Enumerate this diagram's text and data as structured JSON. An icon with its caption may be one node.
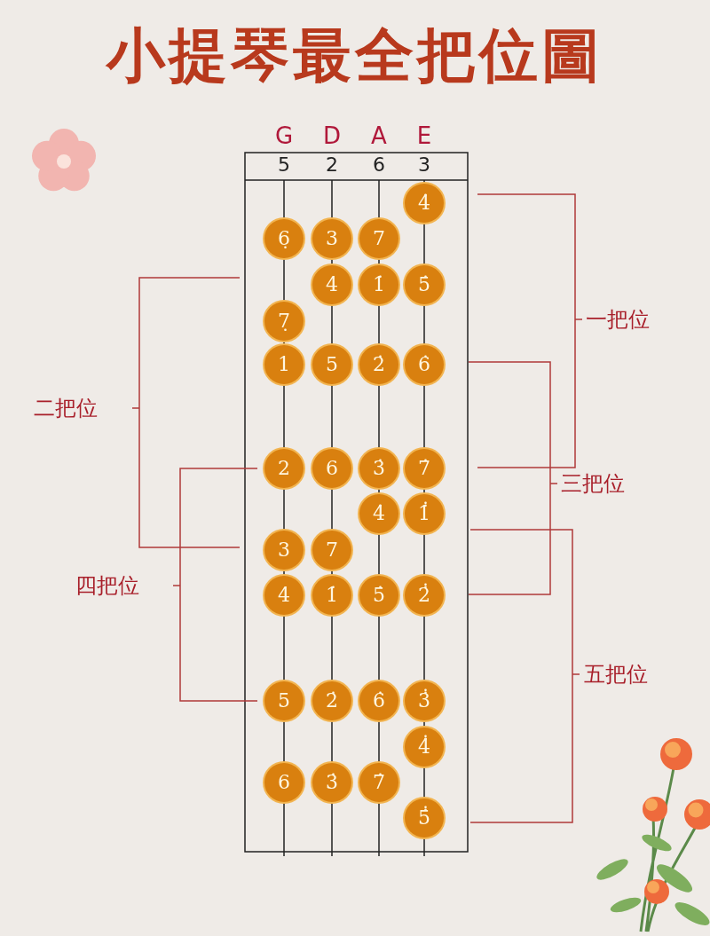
{
  "diagram": {
    "title": "小提琴最全把位圖",
    "nodes": [
      {
        "text": [
          "4̇"
        ]
      },
      {
        "text": [
          "6̣"
        ]
      },
      {
        "text": [
          "3"
        ]
      },
      {
        "text": [
          "7"
        ]
      },
      {
        "text": [
          "4"
        ]
      },
      {
        "text": [
          "1̇"
        ]
      },
      {
        "text": [
          "5̇"
        ]
      },
      {
        "text": [
          "7̣"
        ]
      },
      {
        "text": [
          "1"
        ]
      },
      {
        "text": [
          "5"
        ]
      },
      {
        "text": [
          "2̇"
        ]
      },
      {
        "text": [
          "6̇"
        ]
      },
      {
        "text": [
          "2"
        ]
      },
      {
        "text": [
          "6"
        ]
      },
      {
        "text": [
          "3̇"
        ]
      },
      {
        "text": [
          "7̇"
        ]
      },
      {
        "text": [
          "4̇"
        ]
      },
      {
        "text": [
          "1̇̇"
        ]
      },
      {
        "text": [
          "3"
        ]
      },
      {
        "text": [
          "7"
        ]
      },
      {
        "text": [
          "4"
        ]
      },
      {
        "text": [
          "1̇"
        ]
      },
      {
        "text": [
          "5̇"
        ]
      },
      {
        "text": [
          "2̇̇"
        ]
      },
      {
        "text": [
          "5"
        ]
      },
      {
        "text": [
          "2̇"
        ]
      },
      {
        "text": [
          "6̇"
        ]
      },
      {
        "text": [
          "3̇̇"
        ]
      },
      {
        "text": [
          "4̇̇"
        ]
      },
      {
        "text": [
          "6"
        ]
      },
      {
        "text": [
          "3̇"
        ]
      },
      {
        "text": [
          "7̇"
        ]
      },
      {
        "text": [
          "5̇̇"
        ]
      }
    ],
    "labels": [
      "G",
      "D",
      "A",
      "E",
      "5",
      "2",
      "6",
      "3",
      "一把位",
      "二把位",
      "三把位",
      "四把位",
      "五把位"
    ]
  }
}
